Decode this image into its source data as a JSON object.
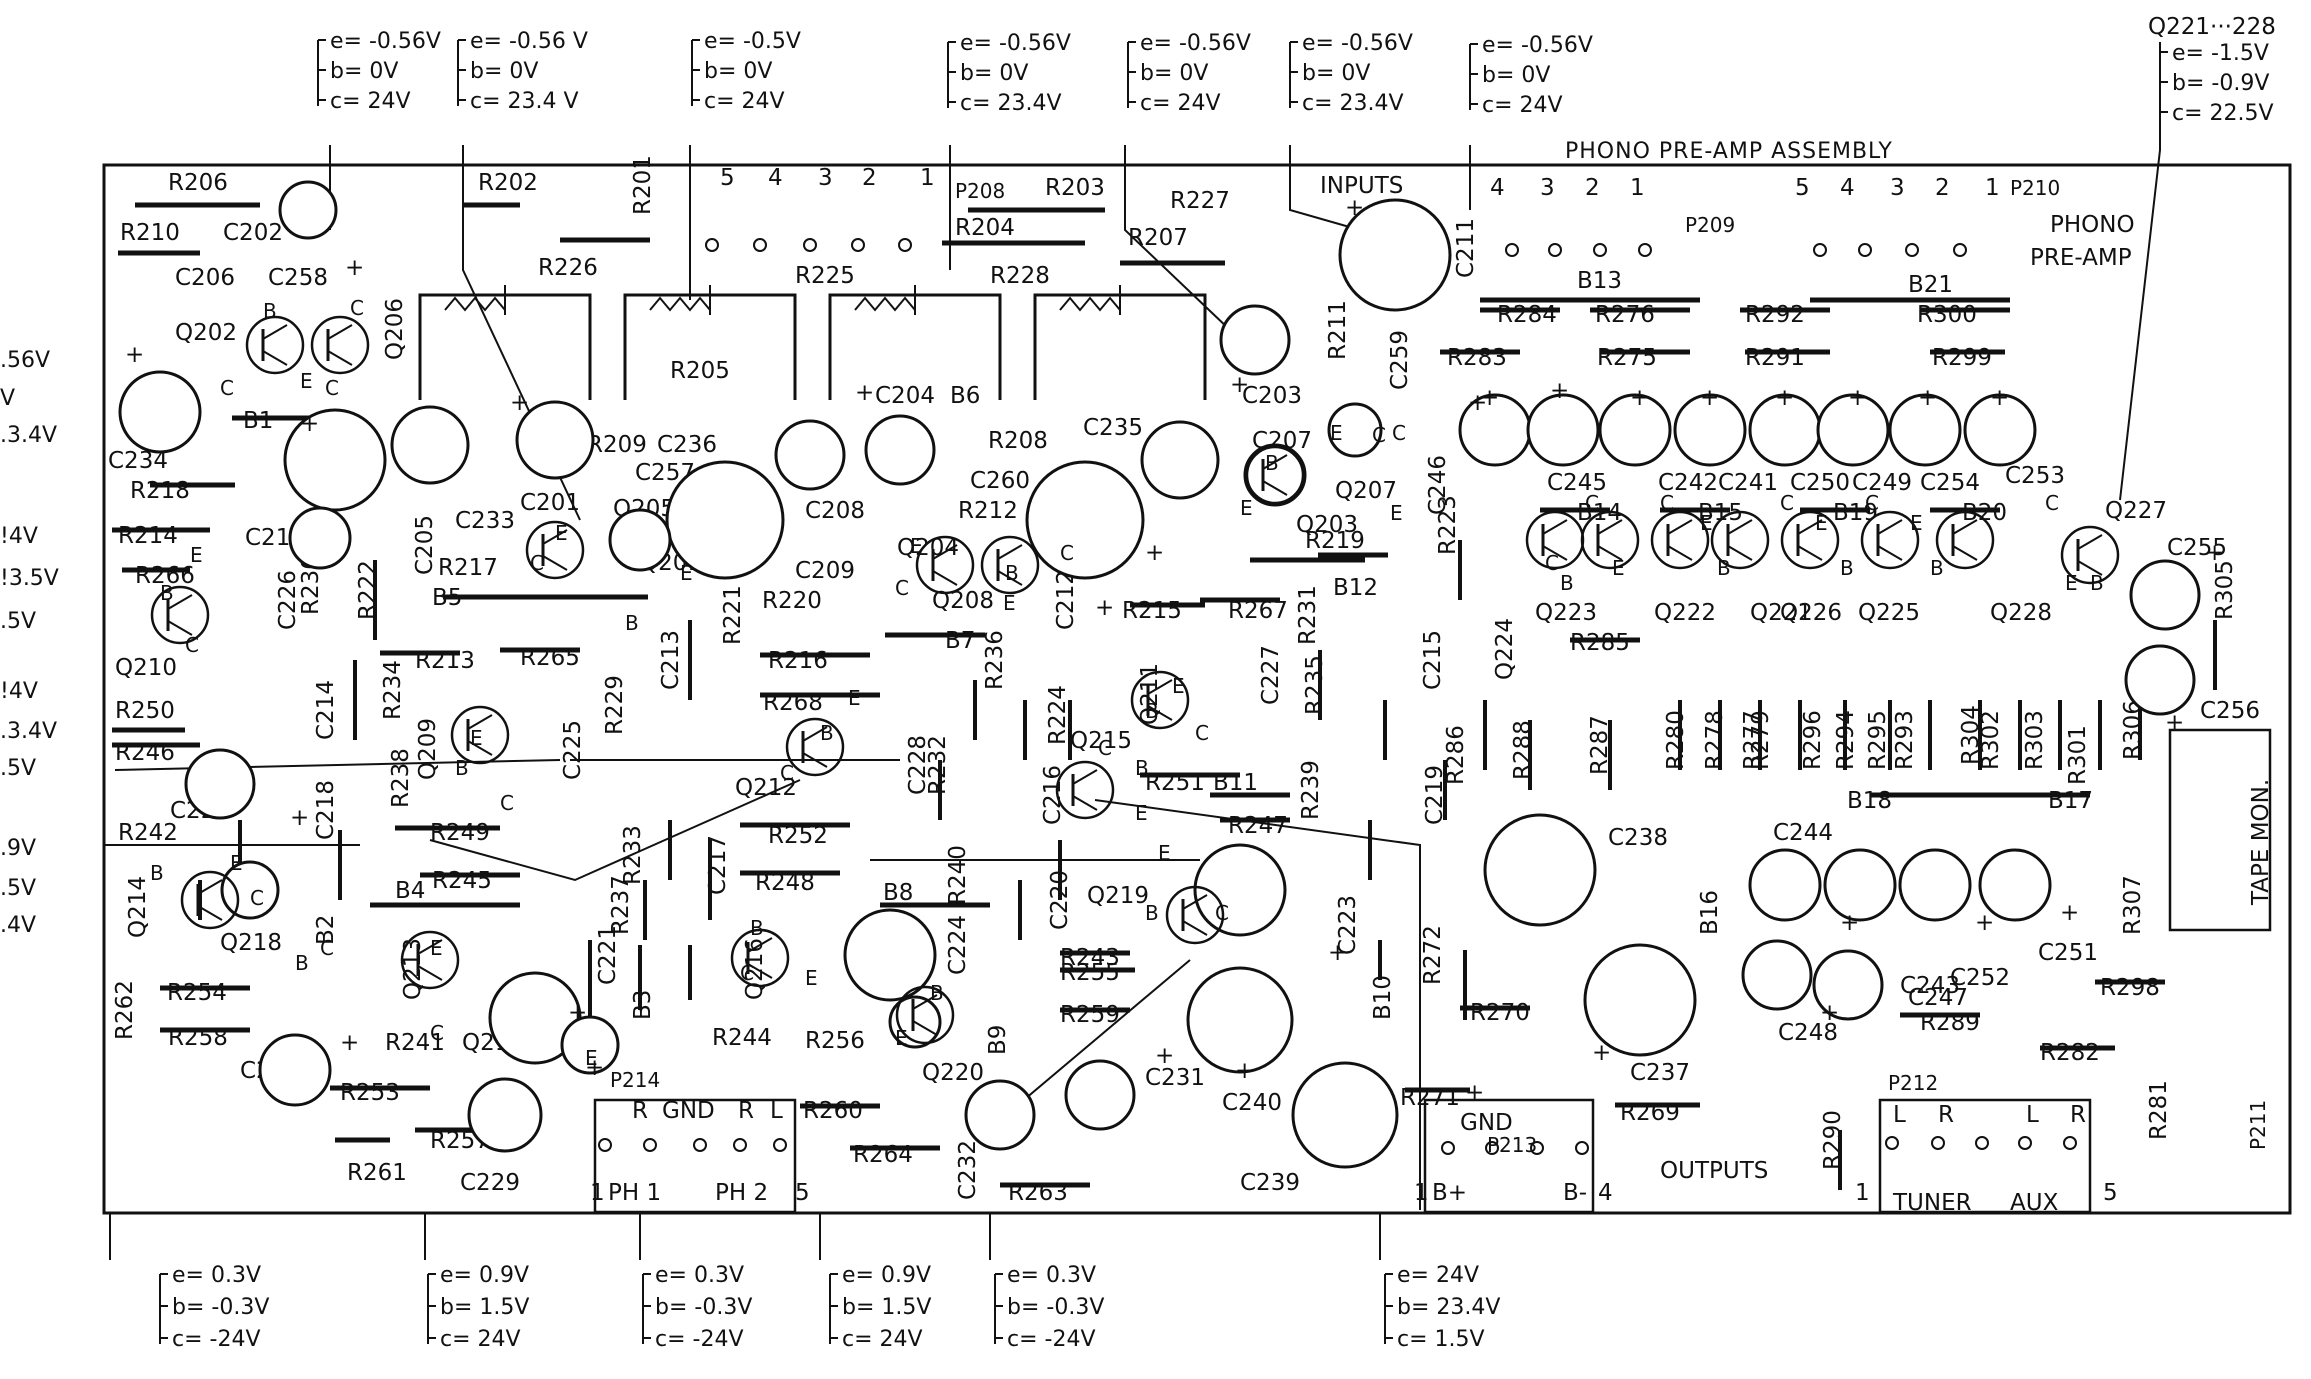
{
  "board": {
    "assembly_title": "PHONO PRE-AMP ASSEMBLY",
    "inputs_label": "INPUTS",
    "outputs_label": "OUTPUTS",
    "phono_label": "PHONO",
    "preamp_label": "PRE-AMP",
    "tape_mon_label": "TAPE MON.",
    "tuner_label": "TUNER",
    "aux_label": "AUX",
    "gnd_label": "GND",
    "r_label": "R",
    "l_label": "L",
    "ph1_label": "PH 1",
    "ph2_label": "PH 2",
    "b_plus": "B+",
    "b_minus": "B-",
    "q_range_label": "Q221···228",
    "connectors": [
      "P208",
      "P209",
      "P210",
      "P211",
      "P212",
      "P213",
      "P214"
    ],
    "pin_numbers": [
      "1",
      "2",
      "3",
      "4",
      "5"
    ]
  },
  "voltage_blocks_top": [
    {
      "e": "e= -0.56V",
      "b": "b= 0V",
      "c": "c= 24V"
    },
    {
      "e": "e= -0.56 V",
      "b": "b= 0V",
      "c": "c= 23.4 V"
    },
    {
      "e": "e= -0.5V",
      "b": "b= 0V",
      "c": "c= 24V"
    },
    {
      "e": "e= -0.56V",
      "b": "b= 0V",
      "c": "c= 23.4V"
    },
    {
      "e": "e= -0.56V",
      "b": "b= 0V",
      "c": "c= 24V"
    },
    {
      "e": "e= -0.56V",
      "b": "b= 0V",
      "c": "c= 23.4V"
    },
    {
      "e": "e= -0.56V",
      "b": "b= 0V",
      "c": "c= 24V"
    },
    {
      "e": "e= -1.5V",
      "b": "b= -0.9V",
      "c": "c= 22.5V"
    }
  ],
  "voltage_blocks_bottom": [
    {
      "e": "e= 0.3V",
      "b": "b= -0.3V",
      "c": "c= -24V"
    },
    {
      "e": "e= 0.9V",
      "b": "b= 1.5V",
      "c": "c= 24V"
    },
    {
      "e": "e= 0.3V",
      "b": "b= -0.3V",
      "c": "c= -24V"
    },
    {
      "e": "e= 0.9V",
      "b": "b= 1.5V",
      "c": "c= 24V"
    },
    {
      "e": "e= 0.3V",
      "b": "b= -0.3V",
      "c": "c= -24V"
    },
    {
      "e": "e= 24V",
      "b": "b= 23.4V",
      "c": "c= 1.5V"
    }
  ],
  "left_edge_voltages": [
    ".56V",
    "V",
    ".3.4V",
    "!4V",
    "!3.5V",
    ".5V",
    "!4V",
    ".3.4V",
    ".5V",
    ".9V",
    ".5V",
    ".4V"
  ],
  "resistors": [
    "R201",
    "R202",
    "R203",
    "R204",
    "R205",
    "R206",
    "R207",
    "R208",
    "R209",
    "R210",
    "R211",
    "R212",
    "R213",
    "R214",
    "R215",
    "R216",
    "R217",
    "R218",
    "R219",
    "R220",
    "R221",
    "R222",
    "R223",
    "R224",
    "R225",
    "R226",
    "R227",
    "R228",
    "R229",
    "R230",
    "R231",
    "R232",
    "R233",
    "R234",
    "R235",
    "R236",
    "R237",
    "R238",
    "R239",
    "R240",
    "R241",
    "R242",
    "R243",
    "R244",
    "R245",
    "R246",
    "R247",
    "R248",
    "R249",
    "R250",
    "R251",
    "R252",
    "R253",
    "R254",
    "R255",
    "R256",
    "R257",
    "R258",
    "R259",
    "R260",
    "R261",
    "R262",
    "R263",
    "R264",
    "R265",
    "R266",
    "R267",
    "R268",
    "R269",
    "R270",
    "R271",
    "R272",
    "R275",
    "R276",
    "R277",
    "R278",
    "R279",
    "R280",
    "R281",
    "R282",
    "R283",
    "R284",
    "R285",
    "R286",
    "R287",
    "R288",
    "R289",
    "R290",
    "R291",
    "R292",
    "R293",
    "R294",
    "R295",
    "R296",
    "R298",
    "R299",
    "R300",
    "R301",
    "R302",
    "R303",
    "R304",
    "R305",
    "R306",
    "R307"
  ],
  "capacitors": [
    "C201",
    "C202",
    "C203",
    "C204",
    "C205",
    "C206",
    "C207",
    "C208",
    "C209",
    "C210",
    "C211",
    "C212",
    "C213",
    "C214",
    "C215",
    "C216",
    "C217",
    "C218",
    "C219",
    "C220",
    "C221",
    "C222",
    "C223",
    "C224",
    "C225",
    "C226",
    "C227",
    "C228",
    "C229",
    "C230",
    "C231",
    "C232",
    "C233",
    "C234",
    "C235",
    "C236",
    "C237",
    "C238",
    "C239",
    "C240",
    "C241",
    "C242",
    "C243",
    "C244",
    "C245",
    "C246",
    "C247",
    "C248",
    "C249",
    "C250",
    "C251",
    "C252",
    "C253",
    "C254",
    "C255",
    "C256",
    "C257",
    "C258",
    "C259",
    "C260"
  ],
  "transistors": [
    "Q201",
    "Q202",
    "Q203",
    "Q204",
    "Q205",
    "Q206",
    "Q207",
    "Q208",
    "Q209",
    "Q210",
    "Q211",
    "Q212",
    "Q213",
    "Q214",
    "Q215",
    "Q216",
    "Q217",
    "Q218",
    "Q219",
    "Q220",
    "Q221",
    "Q222",
    "Q223",
    "Q224",
    "Q225",
    "Q226",
    "Q227",
    "Q228"
  ],
  "jumpers": [
    "B1",
    "B2",
    "B3",
    "B4",
    "B5",
    "B6",
    "B7",
    "B8",
    "B9",
    "B10",
    "B11",
    "B12",
    "B13",
    "B14",
    "B15",
    "B16",
    "B17",
    "B18",
    "B19",
    "B20",
    "B21"
  ],
  "pin_letters": [
    "E",
    "B",
    "C"
  ]
}
